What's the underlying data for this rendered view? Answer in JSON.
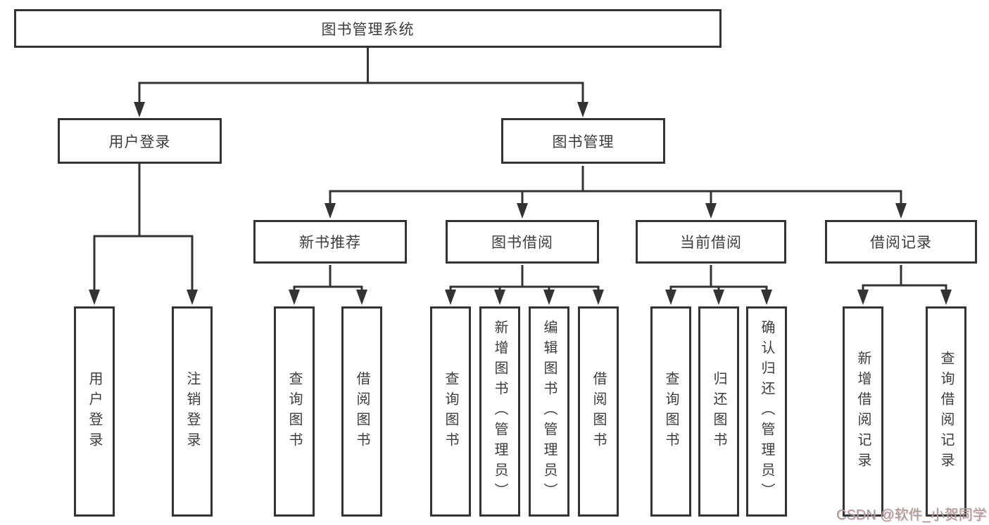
{
  "diagram": {
    "root": {
      "label": "图书管理系统"
    },
    "user_login": {
      "label": "用户登录",
      "children": [
        {
          "label": "用户登录"
        },
        {
          "label": "注销登录"
        }
      ]
    },
    "book_mgmt": {
      "label": "图书管理",
      "groups": [
        {
          "label": "新书推荐",
          "children": [
            {
              "label": "查询图书"
            },
            {
              "label": "借阅图书"
            }
          ]
        },
        {
          "label": "图书借阅",
          "children": [
            {
              "label": "查询图书"
            },
            {
              "label": "新增图书（管理员）"
            },
            {
              "label": "编辑图书（管理员）"
            },
            {
              "label": "借阅图书"
            }
          ]
        },
        {
          "label": "当前借阅",
          "children": [
            {
              "label": "查询图书"
            },
            {
              "label": "归还图书"
            },
            {
              "label": "确认归还（管理员）"
            }
          ]
        },
        {
          "label": "借阅记录",
          "children": [
            {
              "label": "新增借阅记录"
            },
            {
              "label": "查询借阅记录"
            }
          ]
        }
      ]
    },
    "colors": {
      "line": "#333333",
      "text": "#3d3d3d",
      "box_background": "#ffffff"
    }
  },
  "watermark": {
    "text": "CSDN @软件_小贺同学"
  }
}
